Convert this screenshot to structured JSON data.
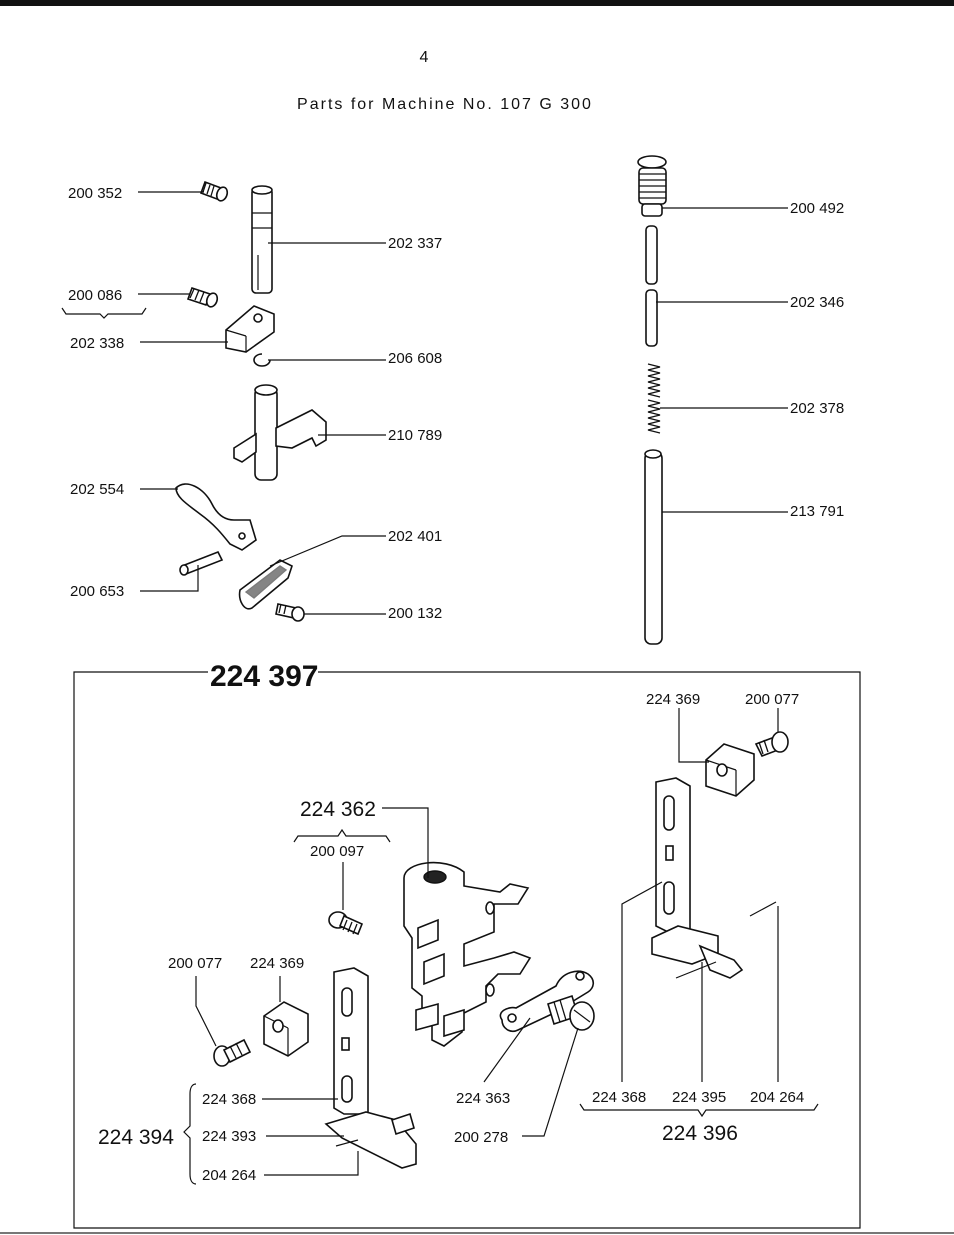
{
  "page_number": "4",
  "title": "Parts for Machine No. 107 G 300",
  "parts": {
    "p200352": "200 352",
    "p202337": "202 337",
    "p200086": "200 086",
    "p202338": "202 338",
    "p206608": "206 608",
    "p210789": "210 789",
    "p202554": "202 554",
    "p202401": "202 401",
    "p200653": "200 653",
    "p200132": "200 132",
    "p200492": "200 492",
    "p202346": "202 346",
    "p202378": "202 378",
    "p213791": "213 791"
  },
  "assembly": {
    "number": "224 397",
    "parts": {
      "a224369_top": "224 369",
      "a200077_top": "200 077",
      "a224362": "224 362",
      "a200097": "200 097",
      "a200077_left": "200 077",
      "a224369_left": "224 369",
      "a224368_left": "224 368",
      "a224393": "224 393",
      "a204264_left": "204 264",
      "a224394": "224 394",
      "a224363": "224 363",
      "a200278": "200 278",
      "a224368_right": "224 368",
      "a224395": "224 395",
      "a204264_right": "204 264",
      "a224396": "224 396"
    }
  }
}
